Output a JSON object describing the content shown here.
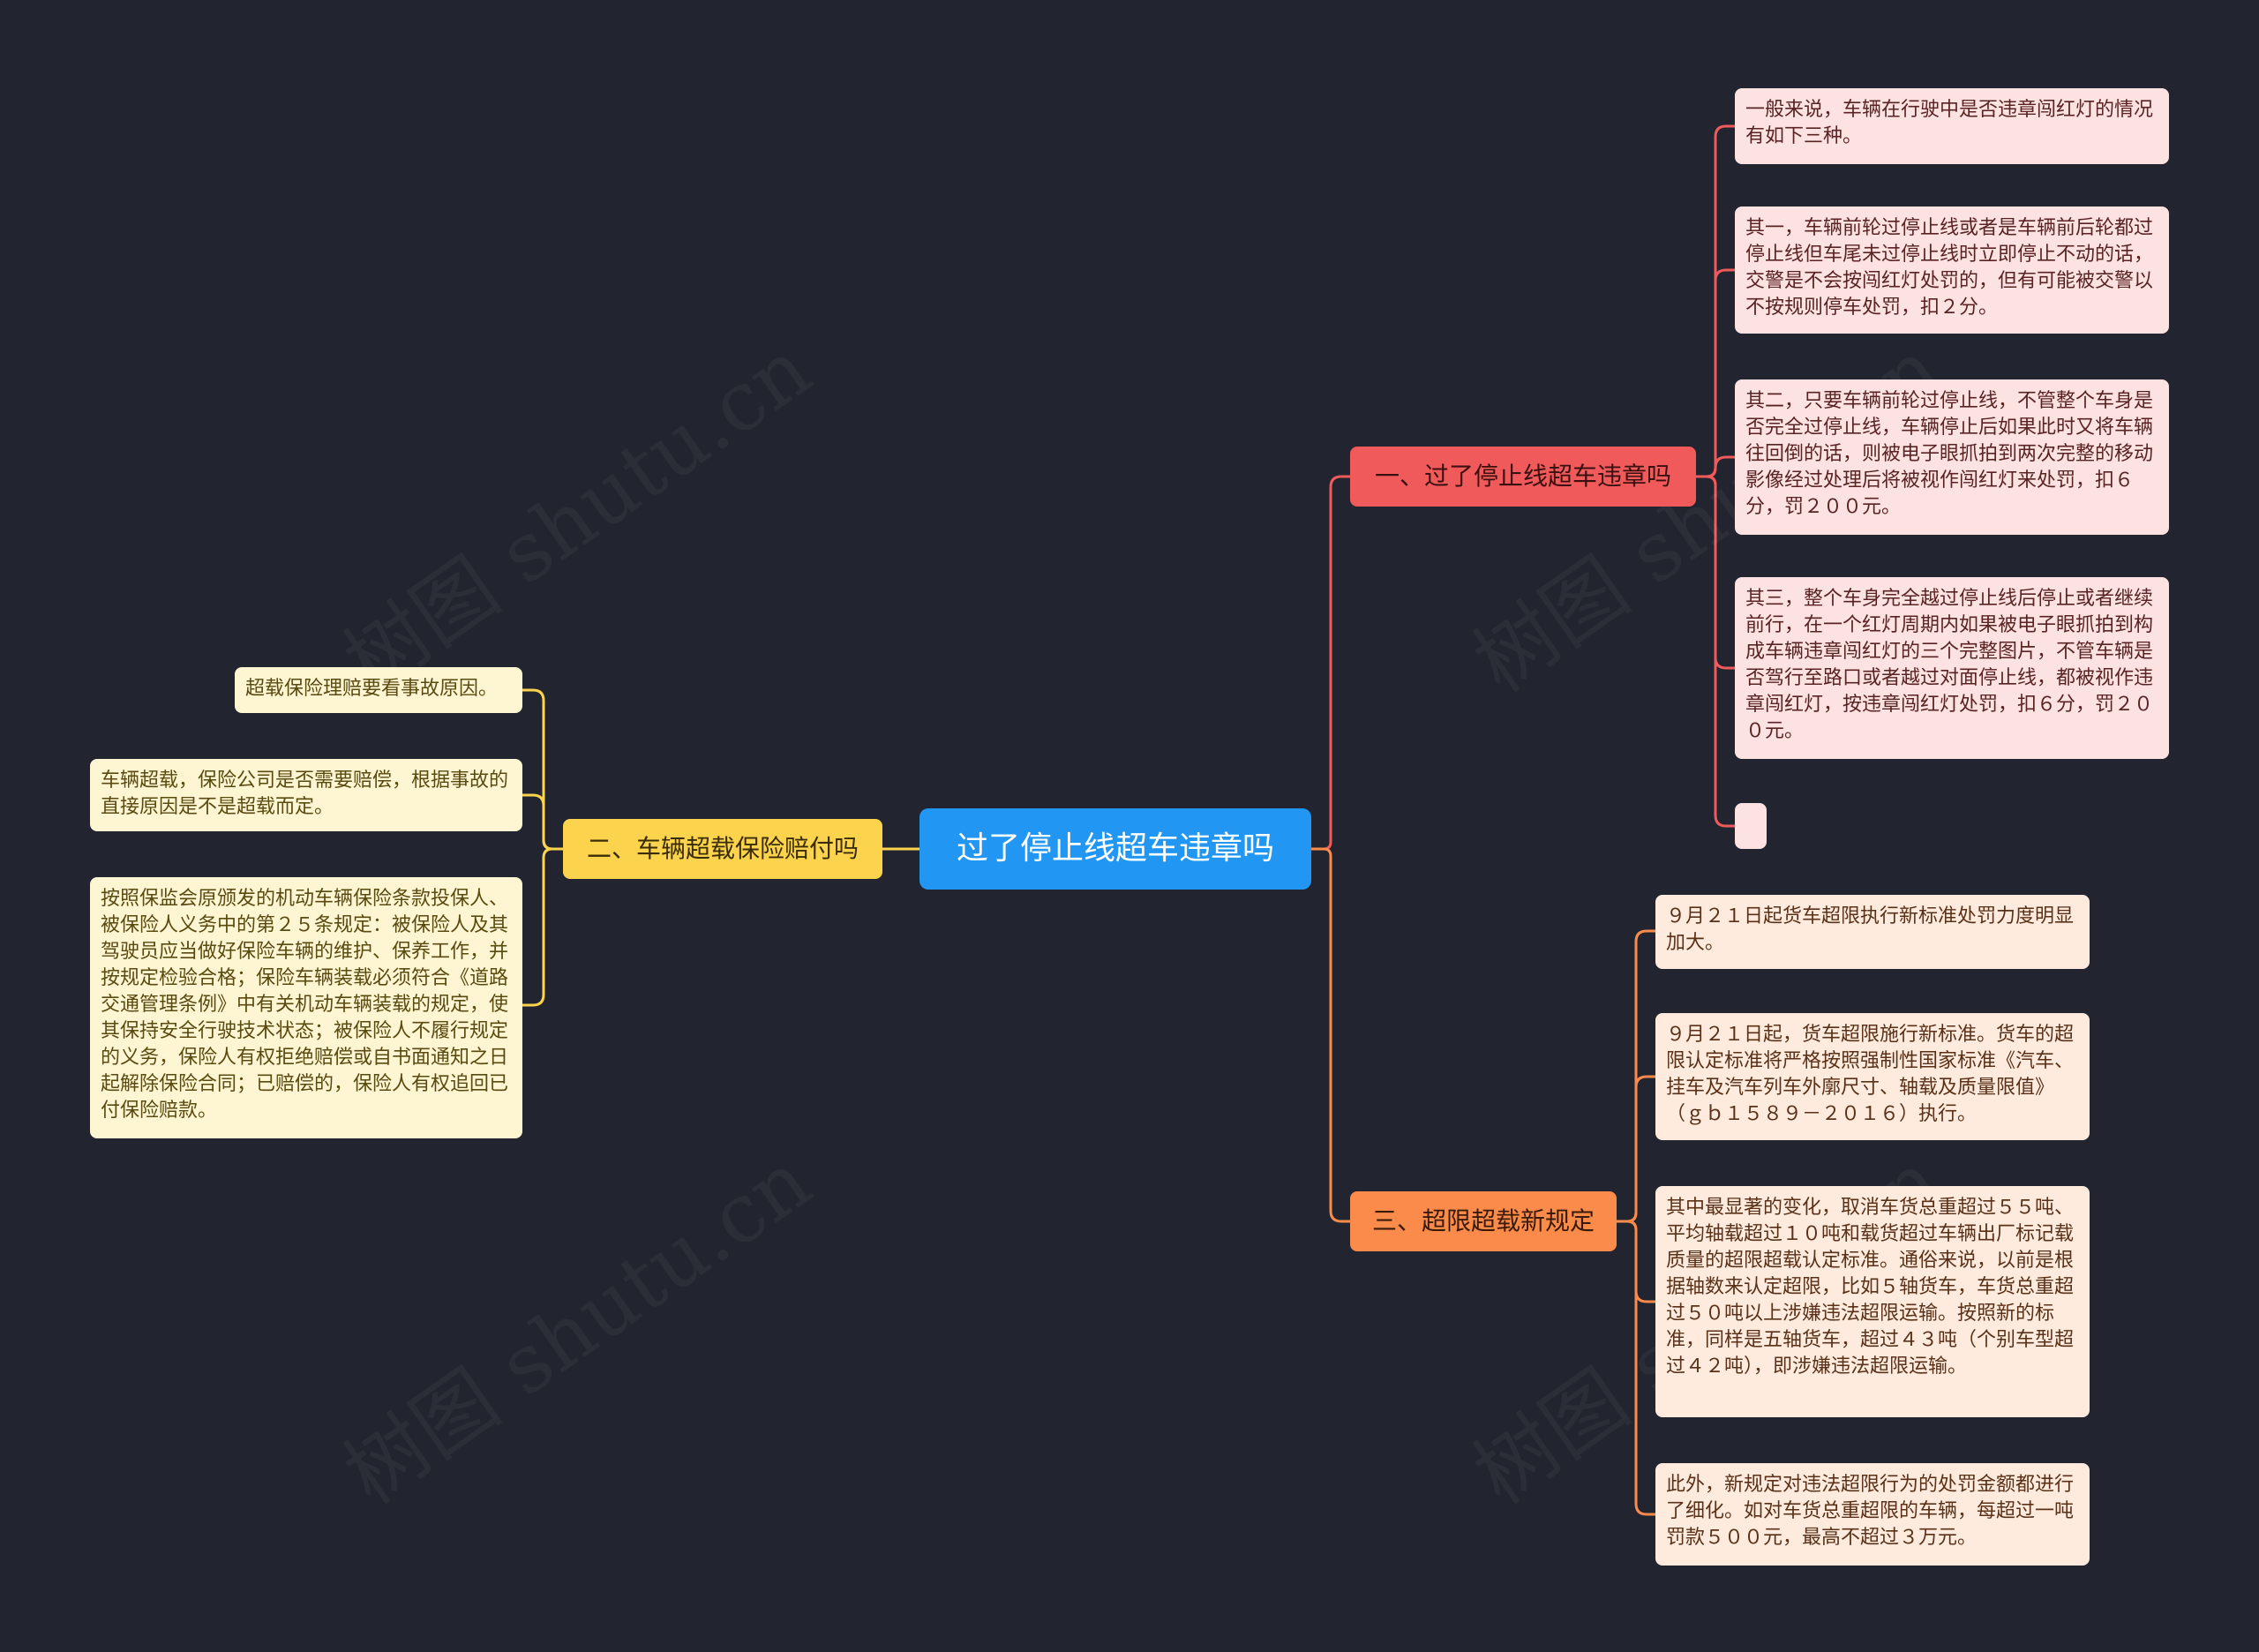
{
  "root": {
    "label": "过了停止线超车违章吗"
  },
  "branches": [
    {
      "label": "一、过了停止线超车违章吗",
      "leaves": [
        "一般来说，车辆在行驶中是否违章闯红灯的情况有如下三种。",
        "其一，车辆前轮过停止线或者是车辆前后轮都过停止线但车尾未过停止线时立即停止不动的话，交警是不会按闯红灯处罚的，但有可能被交警以不按规则停车处罚，扣２分。",
        "其二，只要车辆前轮过停止线，不管整个车身是否完全过停止线，车辆停止后如果此时又将车辆往回倒的话，则被电子眼抓拍到两次完整的移动影像经过处理后将被视作闯红灯来处罚，扣６分，罚２００元。",
        "其三，整个车身完全越过停止线后停止或者继续前行，在一个红灯周期内如果被电子眼抓拍到构成车辆违章闯红灯的三个完整图片，不管车辆是否驾行至路口或者越过对面停止线，都被视作违章闯红灯，按违章闯红灯处罚，扣６分，罚２００元。",
        ""
      ]
    },
    {
      "label": "二、车辆超载保险赔付吗",
      "leaves": [
        "超载保险理赔要看事故原因。",
        "车辆超载，保险公司是否需要赔偿，根据事故的直接原因是不是超载而定。",
        "按照保监会原颁发的机动车辆保险条款投保人、被保险人义务中的第２５条规定：被保险人及其驾驶员应当做好保险车辆的维护、保养工作，并按规定检验合格；保险车辆装载必须符合《道路交通管理条例》中有关机动车辆装载的规定，使其保持安全行驶技术状态；被保险人不履行规定的义务，保险人有权拒绝赔偿或自书面通知之日起解除保险合同；已赔偿的，保险人有权追回已付保险赔款。"
      ]
    },
    {
      "label": "三、超限超载新规定",
      "leaves": [
        "９月２１日起货车超限执行新标准处罚力度明显加大。",
        "９月２１日起，货车超限施行新标准。货车的超限认定标准将严格按照强制性国家标准《汽车、挂车及汽车列车外廓尺寸、轴载及质量限值》（ｇｂ１５８９－２０１６）执行。",
        "其中最显著的变化，取消车货总重超过５５吨、平均轴载超过１０吨和载货超过车辆出厂标记载质量的超限超载认定标准。通俗来说，以前是根据轴数来认定超限，比如５轴货车，车货总重超过５０吨以上涉嫌违法超限运输。按照新的标准，同样是五轴货车，超过４３吨（个别车型超过４２吨），即涉嫌违法超限运输。",
        "此外，新规定对违法超限行为的处罚金额都进行了细化。如对车货总重超限的车辆，每超过一吨罚款５００元，最高不超过３万元。"
      ]
    }
  ],
  "colors": {
    "background": "#22252f",
    "root": "#2196f3",
    "branch1": "#f05a5a",
    "branch2": "#fcd34d",
    "branch3": "#fb8b4a",
    "leaf1": "#fde2e2",
    "leaf2": "#fef6d3",
    "leaf3": "#feebdd"
  },
  "watermark": "树图 shutu.cn"
}
